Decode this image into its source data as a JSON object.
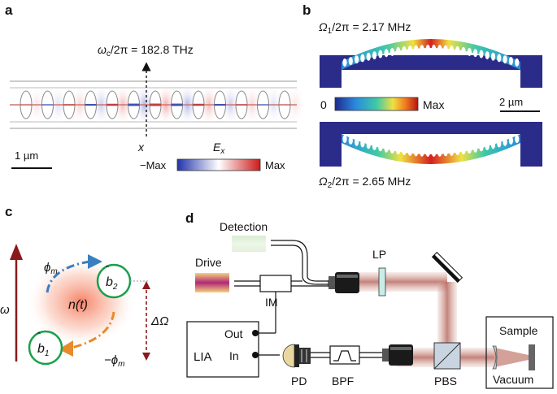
{
  "panels": {
    "a": {
      "label": "a",
      "freq_symbol": "ω",
      "freq_sub": "c",
      "freq_text": "/2π = 182.8 THz",
      "axis_label": "x",
      "field_label": "E",
      "field_sub": "x",
      "scale_bar": "1 µm",
      "cbar_min": "−Max",
      "cbar_max": "Max"
    },
    "b": {
      "label": "b",
      "mode1_symbol": "Ω",
      "mode1_sub": "1",
      "mode1_text": "/2π = 2.17 MHz",
      "mode2_symbol": "Ω",
      "mode2_sub": "2",
      "mode2_text": "/2π = 2.65 MHz",
      "cbar_min": "0",
      "cbar_max": "Max",
      "scale_bar": "2 µm"
    },
    "c": {
      "label": "c",
      "axis_label": "ω",
      "phase_plus": "ϕ",
      "phase_plus_sub": "m",
      "phase_minus": "−ϕ",
      "phase_minus_sub": "m",
      "mode_top": "b",
      "mode_top_sub": "2",
      "mode_bottom": "b",
      "mode_bottom_sub": "1",
      "center_label": "n(t)",
      "splitting_label": "ΔΩ"
    },
    "d": {
      "label": "d",
      "detection": "Detection",
      "drive": "Drive",
      "lp": "LP",
      "im": "IM",
      "lia": "LIA",
      "out": "Out",
      "in": "In",
      "pd": "PD",
      "bpf": "BPF",
      "pbs": "PBS",
      "sample": "Sample",
      "vacuum": "Vacuum"
    }
  },
  "colors": {
    "dark_red": "#8b1a1a",
    "blue_arrow": "#3a7fc0",
    "orange_arrow": "#e8892a",
    "green_circle": "#1aa04a",
    "device": "#2b2b8a"
  }
}
